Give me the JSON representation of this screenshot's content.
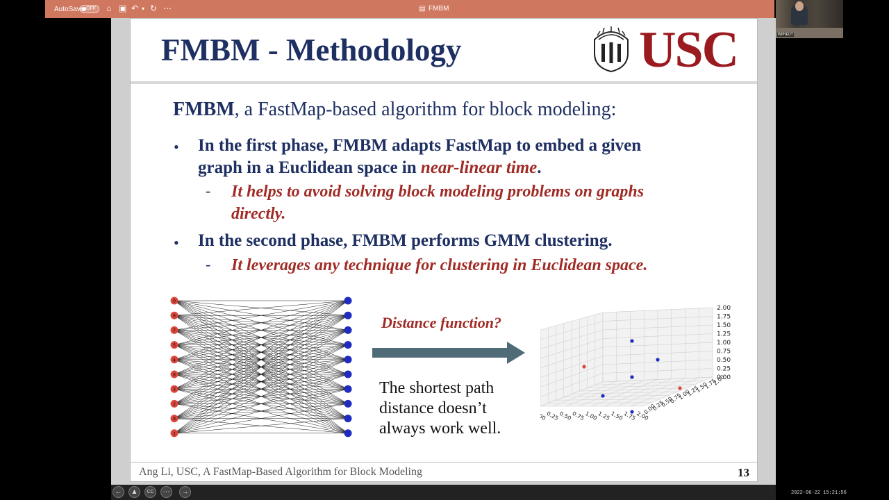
{
  "titlebar": {
    "autosave_label": "AutoSave",
    "toggle_label": "OFF",
    "doc_title": "FMBM",
    "icons": [
      "home-icon",
      "save-icon",
      "undo-icon",
      "chevron-down-icon",
      "refresh-icon",
      "more-icon"
    ]
  },
  "camera": {
    "label": "WPHEUT"
  },
  "slide": {
    "title": "FMBM - Methodology",
    "logo_text": "USC",
    "intro_bold": "FMBM",
    "intro_rest": ", a FastMap-based algorithm for block modeling:",
    "bullet1_a": "In the first phase, FMBM adapts FastMap to embed a given",
    "bullet1_b": "graph in a Euclidean space in ",
    "bullet1_em": "near-linear time",
    "bullet1_end": ".",
    "sub1_a": "It helps to avoid solving block modeling problems on graphs",
    "sub1_b": "directly.",
    "bullet2": "In the second phase, FMBM performs GMM clustering.",
    "sub2": "It leverages any technique for clustering in Euclidean space.",
    "bullet_symbol": "•",
    "dash_symbol": "-",
    "question": "Distance function?",
    "note_lines": [
      "The shortest path",
      "distance doesn’t",
      "always work well."
    ],
    "footer": "Ang Li, USC, A FastMap-Based Algorithm for Block Modeling",
    "page_number": "13",
    "graph_left_labels": [
      "0",
      "6",
      "7",
      "5",
      "4",
      "8",
      "3",
      "2",
      "9",
      "1"
    ],
    "node_colors": {
      "left": "#d9463b",
      "right": "#1f2bc1"
    }
  },
  "chart_data": {
    "type": "scatter",
    "dimensions": 3,
    "z_ticks": [
      "0.00",
      "0.25",
      "0.50",
      "0.75",
      "1.00",
      "1.25",
      "1.50",
      "1.75",
      "2.00"
    ],
    "x_ticks": [
      "0.00",
      "0.25",
      "0.50",
      "0.75",
      "1.00",
      "1.25",
      "1.50",
      "1.75",
      "2.00"
    ],
    "y_ticks": [
      "0.00",
      "0.25",
      "0.50",
      "0.75",
      "1.00",
      "1.25",
      "1.50",
      "1.75",
      "2.00"
    ],
    "point_colors": {
      "red": "#d9463b",
      "blue": "#1f2bc1"
    },
    "red_point_count": 2,
    "blue_point_count": 5
  },
  "controls": {
    "icons": [
      "back-icon",
      "pointer-icon",
      "cc-icon",
      "more-icon",
      "forward-icon"
    ],
    "cc_label": "CC"
  },
  "timestamp": "2022-06-22 15:21:56"
}
